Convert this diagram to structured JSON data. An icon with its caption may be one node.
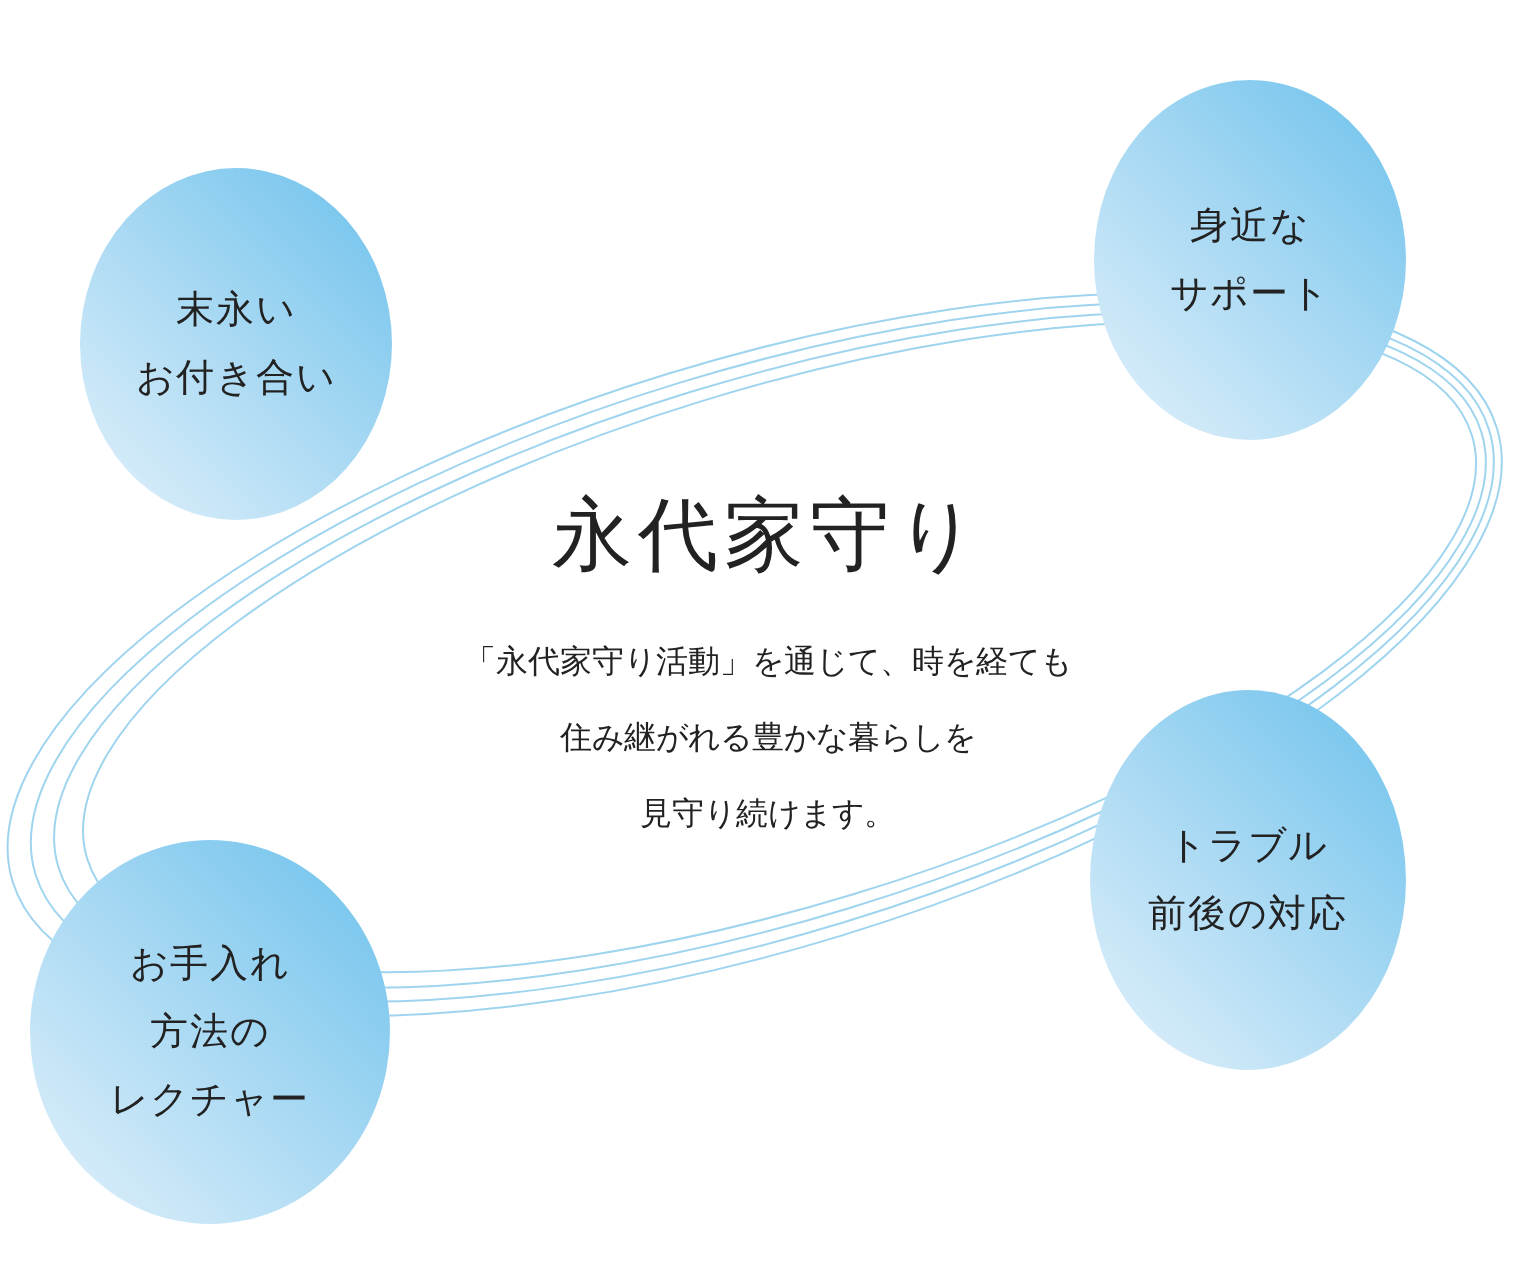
{
  "diagram": {
    "title": "永代家守り",
    "nodes": [
      {
        "text": [
          "末永いお付き合い"
        ]
      },
      {
        "text": [
          "身近なサポート"
        ]
      },
      {
        "text": [
          "トラブル前後の対応"
        ]
      },
      {
        "text": [
          "お手入れ方法のレクチャー"
        ]
      }
    ],
    "labels": [
      "「永代家守り活動」を通じて、時を経ても住み継がれる豊かな暮らしを見守り続けます。"
    ]
  }
}
